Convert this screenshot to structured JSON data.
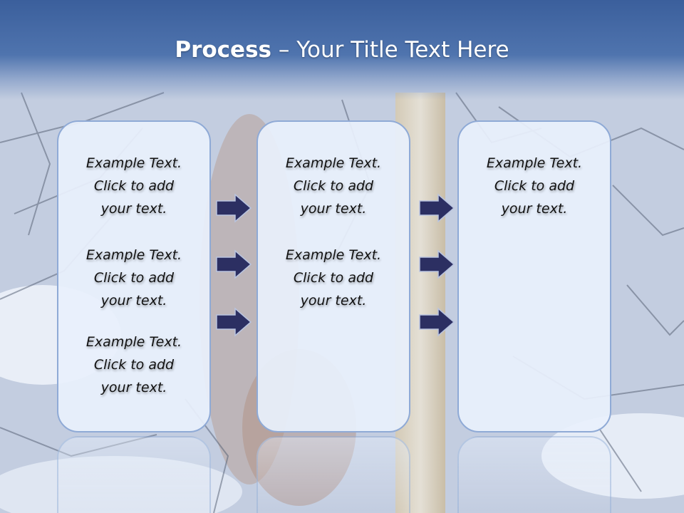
{
  "title": {
    "bold": "Process",
    "rest": " – Your Title Text Here"
  },
  "columns": [
    {
      "items": [
        {
          "line1": "Example Text.",
          "line2": "Click  to add",
          "line3": "your text."
        },
        {
          "line1": "Example Text.",
          "line2": "Click  to add",
          "line3": "your text."
        },
        {
          "line1": "Example Text.",
          "line2": "Click  to add",
          "line3": "your text."
        }
      ]
    },
    {
      "items": [
        {
          "line1": "Example Text.",
          "line2": "Click  to add",
          "line3": "your text."
        },
        {
          "line1": "Example Text.",
          "line2": "Click  to add",
          "line3": "your text."
        }
      ]
    },
    {
      "items": [
        {
          "line1": "Example Text.",
          "line2": "Click  to add",
          "line3": "your text."
        }
      ]
    }
  ],
  "colors": {
    "title_band": "#3b5f9c",
    "box_fill": "#e8f0fc",
    "box_border": "#8faad6",
    "arrow_fill": "#2c2f62"
  },
  "icons": [
    "arrow-right-icon"
  ]
}
